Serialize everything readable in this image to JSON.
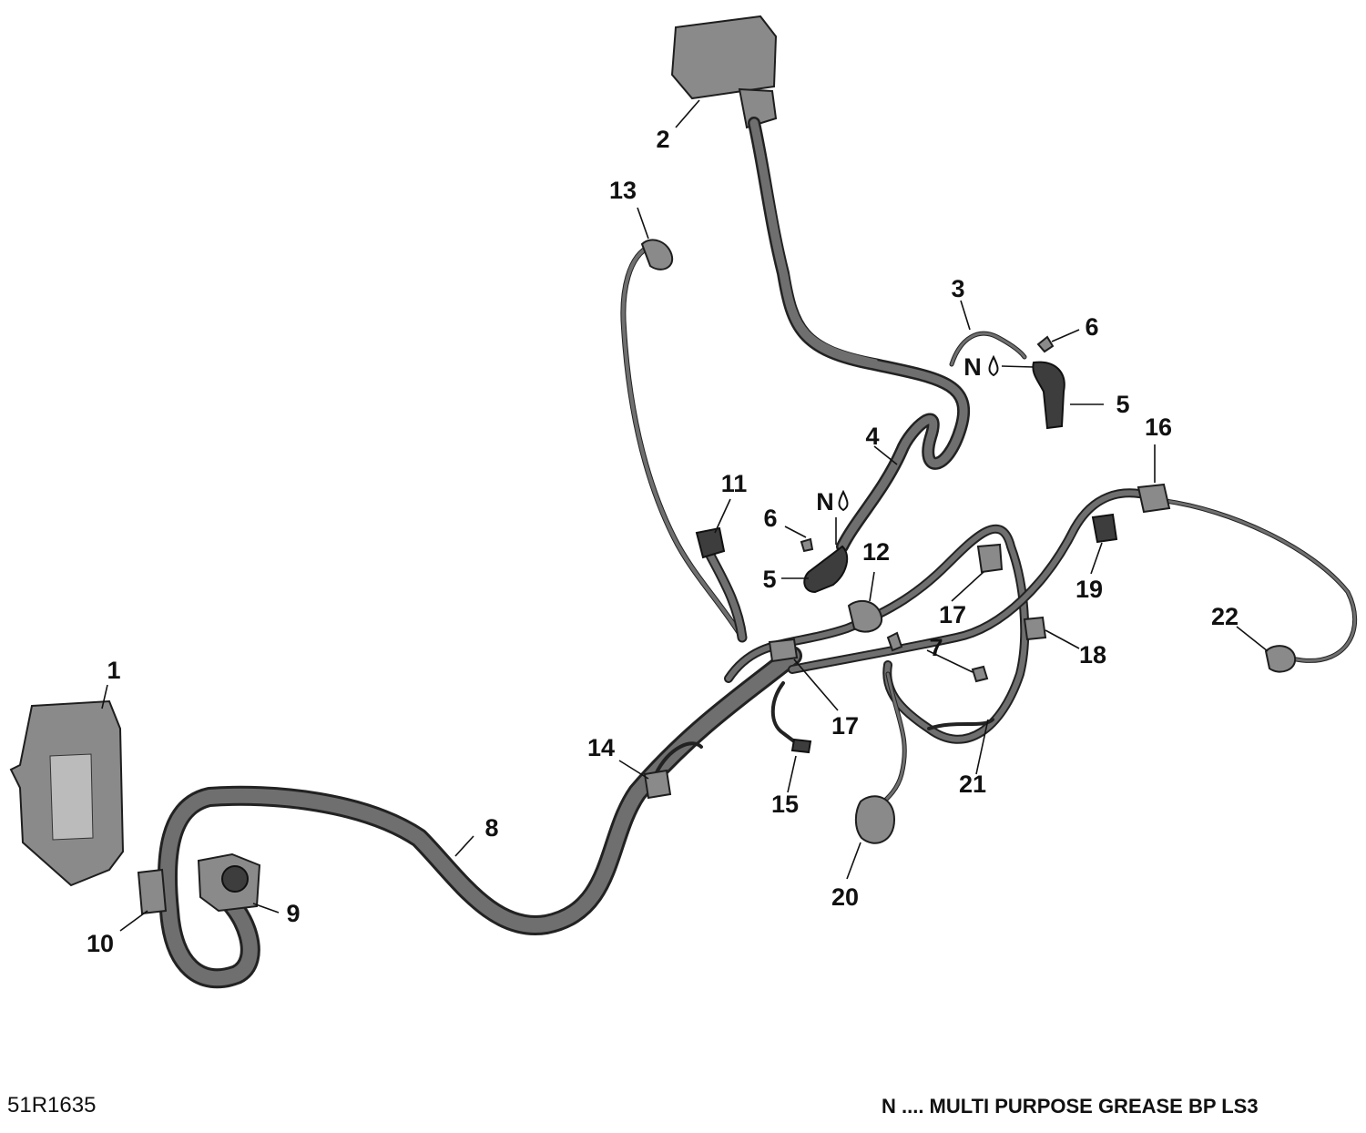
{
  "diagram": {
    "code": "51R1635",
    "legend_note": "N .... MULTI PURPOSE GREASE BP LS3",
    "grease_symbol": "N",
    "grease_icon": "droplet-icon",
    "callouts": [
      "1",
      "2",
      "3",
      "4",
      "5",
      "5",
      "6",
      "6",
      "7",
      "8",
      "9",
      "10",
      "11",
      "12",
      "13",
      "14",
      "15",
      "16",
      "17",
      "17",
      "18",
      "19",
      "20",
      "21",
      "22"
    ]
  }
}
